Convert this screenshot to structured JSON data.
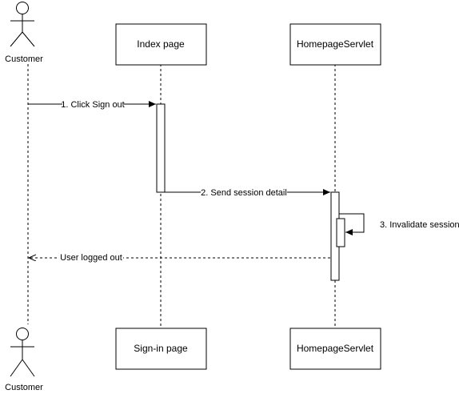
{
  "diagram": {
    "actors": {
      "top": {
        "label": "Customer",
        "icon": "stick-figure-icon"
      },
      "bottom": {
        "label": "Customer",
        "icon": "stick-figure-icon"
      }
    },
    "participants": {
      "index_top": "Index page",
      "servlet_top": "HomepageServlet",
      "index_bottom": "Sign-in page",
      "servlet_bottom": "HomepageServlet"
    },
    "messages": {
      "m1": "1. Click Sign out",
      "m2": "2. Send session detail",
      "m3": "3. Invalidate session",
      "m4": "User logged out"
    },
    "colors": {
      "line": "#000000",
      "background": "#ffffff"
    }
  }
}
